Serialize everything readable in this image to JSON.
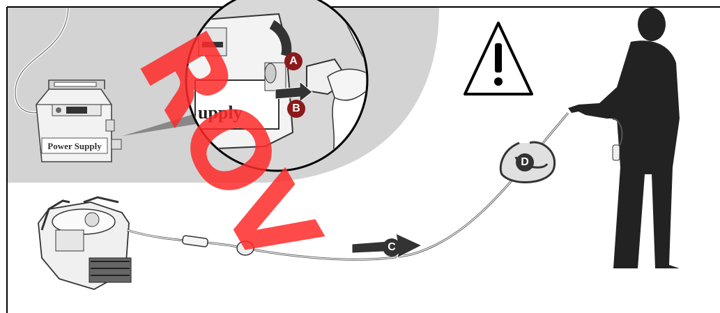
{
  "callouts": {
    "a": "A",
    "b": "B",
    "c": "C",
    "d": "D"
  },
  "power_supply_label": "Power Supply",
  "power_supply_zoom_label": "upply",
  "watermark_text": "ROV",
  "colors": {
    "callout_fill": "#8b1a1a",
    "callout_dark": "#333333",
    "watermark": "#ff2b2b",
    "panel_gray": "#d0d0d0",
    "silhouette": "#222222"
  },
  "icons": {
    "warning": "warning-triangle-icon"
  }
}
